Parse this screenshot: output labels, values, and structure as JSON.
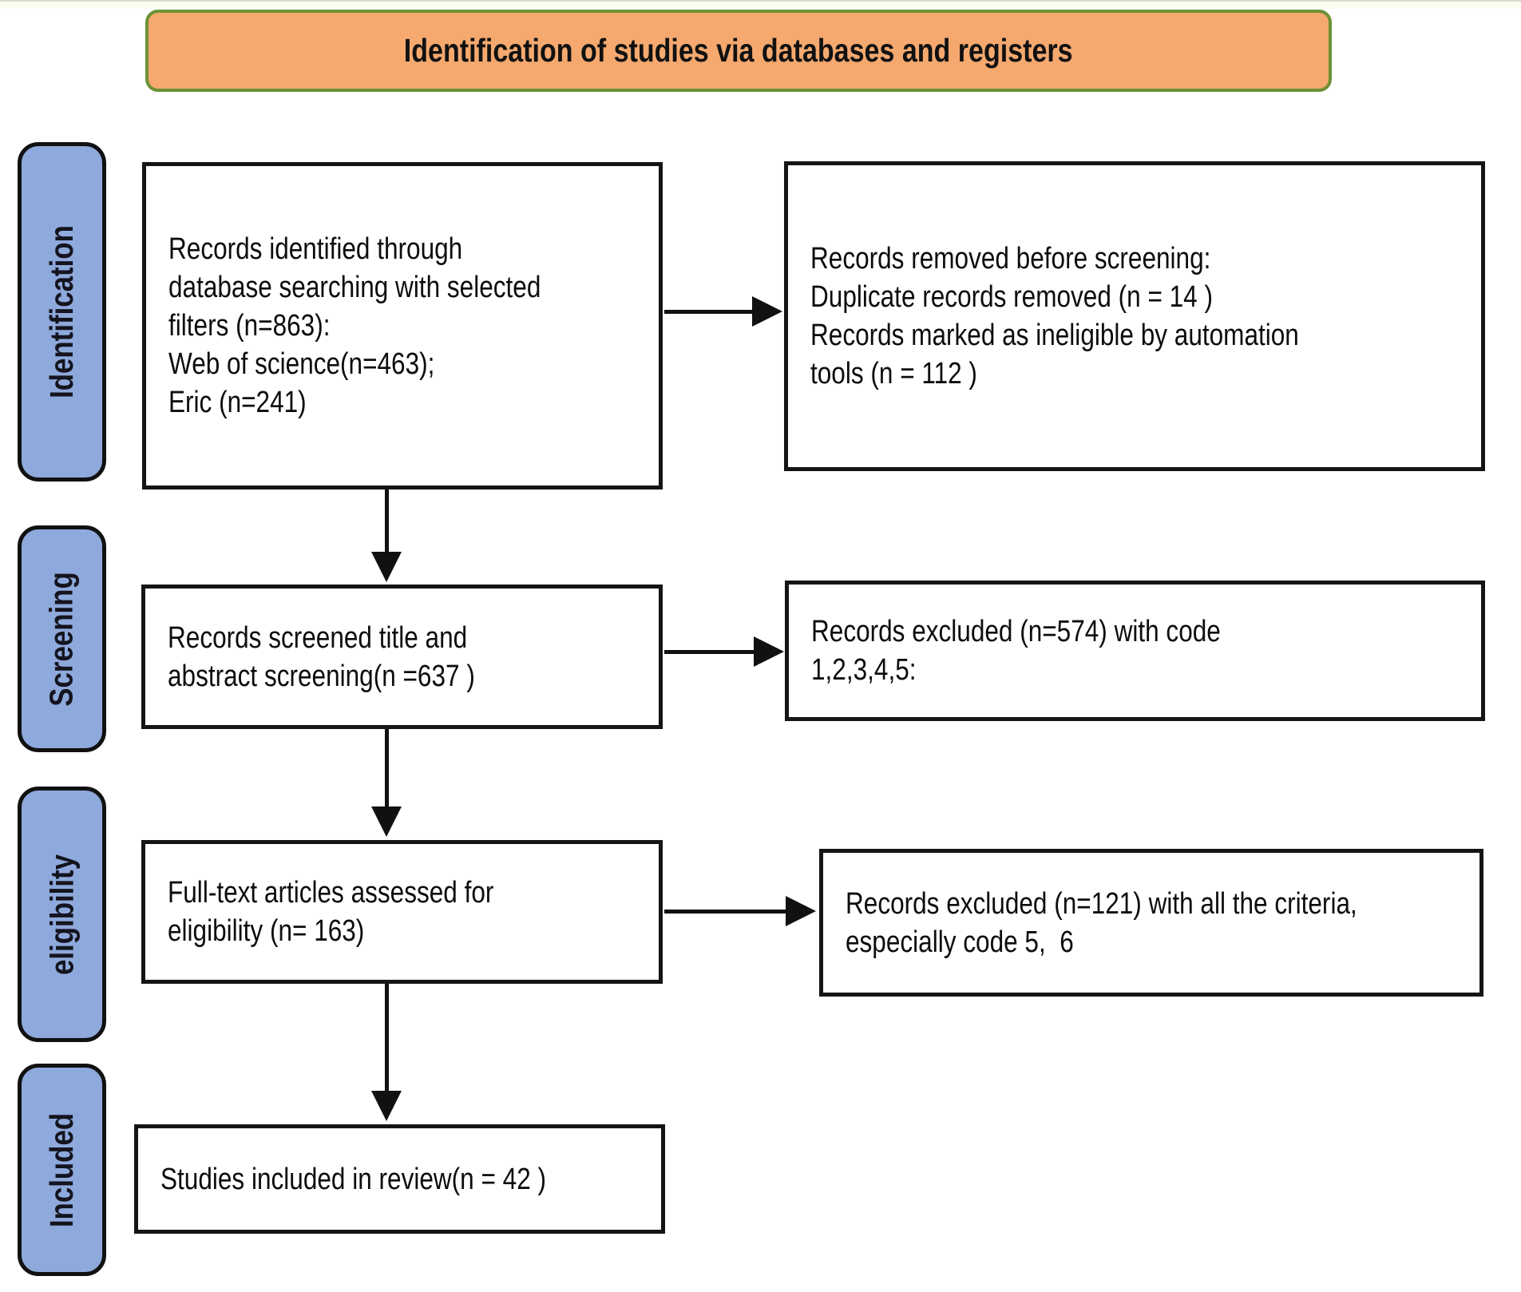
{
  "header": {
    "title": "Identification of studies via databases and registers"
  },
  "stages": {
    "identification": "Identification",
    "screening": "Screening",
    "eligibility": "eligibility",
    "included": "Included"
  },
  "boxes": {
    "records_identified": {
      "lines": [
        "Records identified through",
        "database searching with selected",
        "filters (n=863):",
        "Web of science(n=463);",
        "Eric (n=241)"
      ]
    },
    "records_removed": {
      "lines": [
        "Records removed before screening:",
        "Duplicate records removed (n = 14 )",
        "Records marked as ineligible by automation",
        "tools (n = 112 )"
      ]
    },
    "records_screened": {
      "lines": [
        "Records screened title and",
        "abstract screening(n =637 )"
      ]
    },
    "records_excluded_screening": {
      "lines": [
        "Records excluded (n=574) with code",
        "1,2,3,4,5:"
      ]
    },
    "fulltext_assessed": {
      "lines": [
        "Full-text articles assessed for",
        "eligibility (n= 163)"
      ]
    },
    "records_excluded_fulltext": {
      "lines": [
        "Records excluded (n=121) with all the criteria,",
        "especially code 5,  6"
      ]
    },
    "studies_included": {
      "lines": [
        "Studies included in review(n = 42 )"
      ]
    }
  },
  "colors": {
    "banner_fill": "#f5a96f",
    "banner_border": "#6b9135",
    "stage_fill": "#8ea9db",
    "box_border": "#151515",
    "arrow": "#111111"
  }
}
